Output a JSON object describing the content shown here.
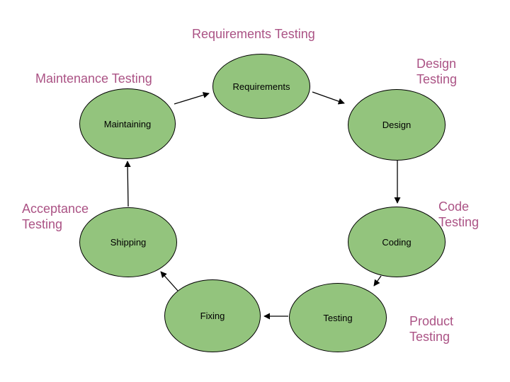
{
  "diagram": {
    "type": "cycle-diagram",
    "subject": "Software development lifecycle testing cycle",
    "nodes": [
      {
        "id": "requirements",
        "label": "Requirements"
      },
      {
        "id": "design",
        "label": "Design"
      },
      {
        "id": "coding",
        "label": "Coding"
      },
      {
        "id": "testing",
        "label": "Testing"
      },
      {
        "id": "fixing",
        "label": "Fixing"
      },
      {
        "id": "shipping",
        "label": "Shipping"
      },
      {
        "id": "maintaining",
        "label": "Maintaining"
      }
    ],
    "phase_labels": [
      {
        "id": "requirements-testing",
        "text": "Requirements Testing"
      },
      {
        "id": "design-testing",
        "text": "Design Testing"
      },
      {
        "id": "code-testing",
        "text": "Code Testing"
      },
      {
        "id": "product-testing",
        "text": "Product Testing"
      },
      {
        "id": "acceptance-testing",
        "text": "Acceptance Testing"
      },
      {
        "id": "maintenance-testing",
        "text": "Maintenance Testing"
      }
    ],
    "edges": [
      {
        "from": "Requirements",
        "to": "Design"
      },
      {
        "from": "Design",
        "to": "Coding"
      },
      {
        "from": "Coding",
        "to": "Testing"
      },
      {
        "from": "Testing",
        "to": "Fixing"
      },
      {
        "from": "Fixing",
        "to": "Shipping"
      },
      {
        "from": "Shipping",
        "to": "Maintaining"
      },
      {
        "from": "Maintaining",
        "to": "Requirements"
      }
    ],
    "colors": {
      "node_fill": "#93c47d",
      "node_border": "#000000",
      "node_text": "#000000",
      "phase_label": "#ab5385",
      "arrow": "#000000",
      "background": "#ffffff"
    }
  }
}
